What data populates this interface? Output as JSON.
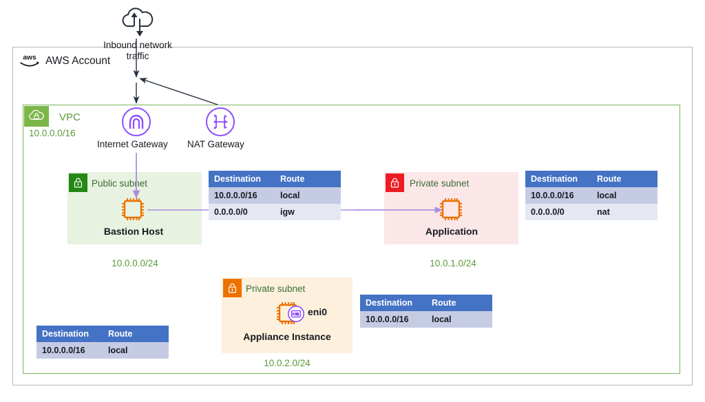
{
  "account": {
    "label": "AWS Account",
    "logo_icon": "aws-logo-icon"
  },
  "internet": {
    "icon": "cloud-inbound-outbound-icon",
    "label": "Inbound network traffic"
  },
  "vpc": {
    "label": "VPC",
    "cidr": "10.0.0.0/16",
    "icon": "vpc-cloud-lock-icon",
    "color": "#5a9a38"
  },
  "gateways": [
    {
      "id": "internet-gateway",
      "label": "Internet Gateway",
      "icon": "internet-gateway-icon"
    },
    {
      "id": "nat-gateway",
      "label": "NAT Gateway",
      "icon": "nat-gateway-icon"
    }
  ],
  "subnets": [
    {
      "id": "public-subnet",
      "title": "Public subnet",
      "cidr": "10.0.0.0/24",
      "tile_color": "#248814",
      "fill_color": "#e8f2e1",
      "lock_icon": "padlock-icon",
      "node": {
        "label": "Bastion Host",
        "icon": "ec2-instance-icon"
      }
    },
    {
      "id": "app-private-subnet",
      "title": "Private subnet",
      "cidr": "10.0.1.0/24",
      "tile_color": "#ed1c24",
      "fill_color": "#fce7e8",
      "lock_icon": "padlock-icon",
      "node": {
        "label": "Application",
        "icon": "ec2-instance-icon"
      }
    },
    {
      "id": "appliance-private-subnet",
      "title": "Private subnet",
      "cidr": "10.0.2.0/24",
      "tile_color": "#ed7100",
      "fill_color": "#fdf1dd",
      "lock_icon": "padlock-icon",
      "node": {
        "label": "Appliance Instance",
        "icon": "ec2-instance-icon"
      },
      "eni": {
        "label": "eni0",
        "icon": "elastic-network-interface-icon"
      }
    }
  ],
  "route_tables": {
    "columns": [
      "Destination",
      "Route"
    ],
    "public": {
      "name": "public-subnet-route-table",
      "rows": [
        [
          "10.0.0.0/16",
          "local"
        ],
        [
          "0.0.0.0/0",
          "igw"
        ]
      ]
    },
    "private_app": {
      "name": "application-subnet-route-table",
      "rows": [
        [
          "10.0.0.0/16",
          "local"
        ],
        [
          "0.0.0.0/0",
          "nat"
        ]
      ]
    },
    "appliance": {
      "name": "appliance-subnet-route-table",
      "rows": [
        [
          "10.0.0.0/16",
          "local"
        ]
      ]
    },
    "vpc_local": {
      "name": "vpc-main-route-table",
      "rows": [
        [
          "10.0.0.0/16",
          "local"
        ]
      ]
    }
  },
  "theme": {
    "table_header": "#4472c4",
    "table_row_a": "#c6cbe4",
    "table_row_b": "#e5e8f3",
    "aws_purple": "#8c4fff",
    "aws_green": "#7ab648",
    "aws_orange": "#ed7100",
    "connector_purple": "#a98fe0",
    "arrow_black": "#232f3e"
  }
}
